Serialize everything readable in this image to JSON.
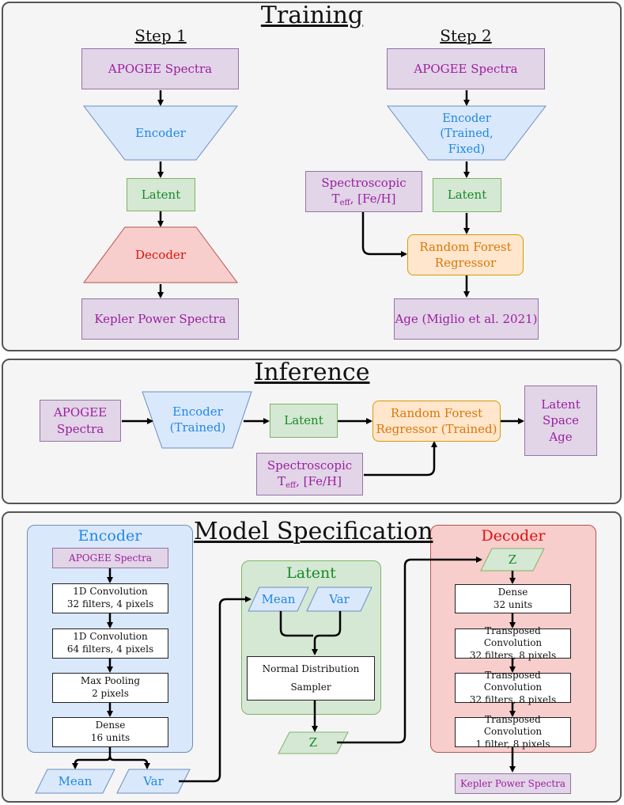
{
  "training": {
    "title": "Training",
    "step1": {
      "label": "Step 1",
      "input": "APOGEE Spectra",
      "encoder": "Encoder",
      "latent": "Latent",
      "decoder": "Decoder",
      "output": "Kepler Power Spectra"
    },
    "step2": {
      "label": "Step 2",
      "input": "APOGEE Spectra",
      "encoder": "Encoder\n(Trained,\nFixed)",
      "latent": "Latent",
      "spec_main": "Spectroscopic",
      "spec_t": "T",
      "spec_sub": "eff",
      "spec_rest": ", [Fe/H]",
      "rf": "Random Forest\nRegressor",
      "age": "Age (Miglio et al. 2021)"
    }
  },
  "inference": {
    "title": "Inference",
    "input": "APOGEE\nSpectra",
    "encoder": "Encoder\n(Trained)",
    "latent": "Latent",
    "rf": "Random Forest\nRegressor (Trained)",
    "output": "Latent\nSpace\nAge",
    "spec_main": "Spectroscopic",
    "spec_t": "T",
    "spec_sub": "eff",
    "spec_rest": ", [Fe/H]"
  },
  "model": {
    "title": "Model Specification",
    "encoder": {
      "title": "Encoder",
      "input": "APOGEE Spectra",
      "layers": [
        {
          "l1": "1D Convolution",
          "l2": "32 filters, 4 pixels"
        },
        {
          "l1": "1D Convolution",
          "l2": "64 filters, 4 pixels"
        },
        {
          "l1": "Max Pooling",
          "l2": "2 pixels"
        },
        {
          "l1": "Dense",
          "l2": "16 units"
        }
      ],
      "mean": "Mean",
      "var": "Var"
    },
    "latent": {
      "title": "Latent",
      "mean": "Mean",
      "var": "Var",
      "sampler_l1": "Normal Distribution",
      "sampler_l2": "Sampler",
      "z": "Z"
    },
    "decoder": {
      "title": "Decoder",
      "z": "Z",
      "layers": [
        {
          "l1": "Dense",
          "l2": "32 units"
        },
        {
          "l1": "Transposed Convolution",
          "l2": "32 filters, 8 pixels"
        },
        {
          "l1": "Transposed Convolution",
          "l2": "32 filters, 8 pixels"
        },
        {
          "l1": "Transposed Convolution",
          "l2": "1 filter, 8 pixels"
        }
      ],
      "output": "Kepler Power Spectra"
    }
  },
  "colors": {
    "purple_fill": "#e1d5e7",
    "purple_stroke": "#9673a6",
    "purple_text": "#9c1ea0",
    "blue_fill": "#dae8fc",
    "blue_stroke": "#6c8ebf",
    "blue_text": "#1e88e5",
    "green_fill": "#d5e8d4",
    "green_stroke": "#82b366",
    "green_text": "#1a8a2a",
    "red_fill": "#f8cecc",
    "red_stroke": "#b85450",
    "red_text": "#e01010",
    "orange_fill": "#ffe6cc",
    "orange_stroke": "#d79b00",
    "orange_text": "#d9770a"
  }
}
